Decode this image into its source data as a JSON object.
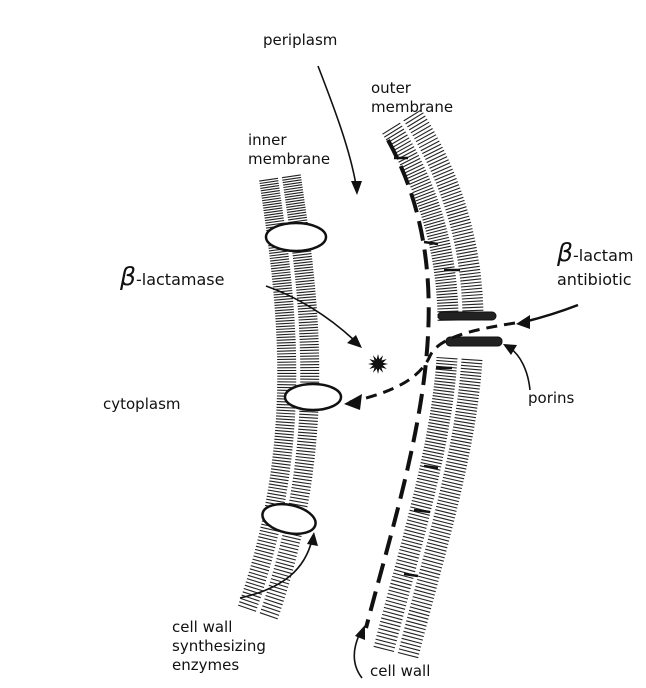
{
  "labels": {
    "periplasm": "periplasm",
    "outer_membrane": [
      "outer",
      "membrane"
    ],
    "inner_membrane": [
      "inner",
      "membrane"
    ],
    "beta_lactamase": {
      "symbol": "β",
      "text": "-lactamase"
    },
    "beta_lactam_antibiotic": {
      "symbol": "β",
      "text": "-lactam",
      "line2": "antibiotic"
    },
    "cytoplasm": "cytoplasm",
    "porins": "porins",
    "cell_wall_synthesizing_enzymes": [
      "cell wall",
      "synthesizing",
      "enzymes"
    ],
    "cell_wall": "cell wall"
  },
  "colors": {
    "ink": "#111111",
    "background": "#ffffff"
  }
}
